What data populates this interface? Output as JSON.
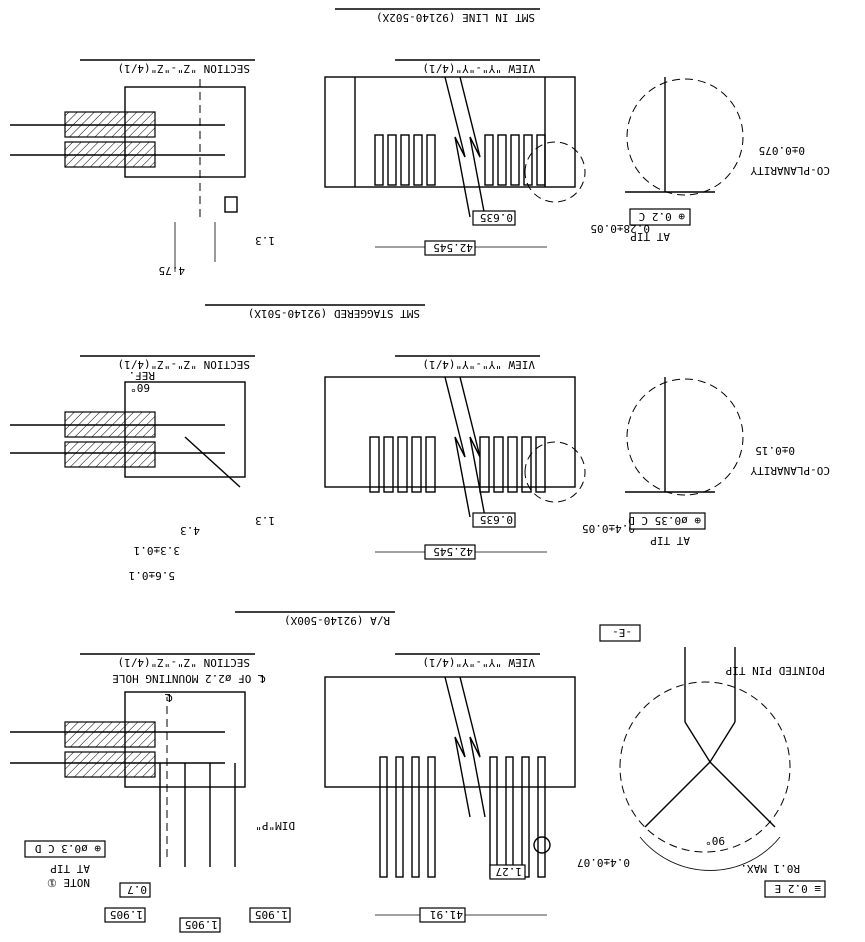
{
  "drawing": {
    "note": "Sheet is shown rotated 180 degrees as in the original",
    "headers": {
      "inline": "SMT IN LINE (92140-502X)",
      "staggered": "SMT STAGGERED (92140-501X)",
      "right_angle": "R/A (92140-500X)"
    },
    "section_label": "SECTION \"Z\"-\"Z\"(4/1)",
    "view_label": "VIEW \"Y\"-\"Y\"(4/1)",
    "inline_dims": {
      "d1": "1.3",
      "d2": "4.75",
      "pitch": "0.635",
      "length": "42.545",
      "pin_width": "0.28±0.05",
      "coplanarity": "CO-PLANARITY",
      "coplanarity_val": "0±0.075",
      "at_tip": "AT TIP",
      "fcf": [
        "⊕",
        "0.2",
        "C"
      ]
    },
    "staggered_dims": {
      "angle": "60°",
      "ref": "REF.",
      "d1": "1.3",
      "d2": "4.3",
      "d3": "3.3±0.1",
      "d4": "5.6±0.1",
      "pitch": "0.635",
      "length": "42.545",
      "pin_width": "0.4±0.05",
      "coplanarity": "CO-PLANARITY",
      "coplanarity_val": "0±0.15",
      "at_tip": "AT TIP",
      "fcf": [
        "⊕",
        "ø0.35",
        "C",
        "D"
      ]
    },
    "ra_dims": {
      "mounting_hole": "℄ OF ø2.2 MOUNTING HOLE",
      "cl": "℄",
      "dim_p": "DIM\"P\"",
      "fcf": [
        "⊕",
        "ø0.3",
        "C",
        "D"
      ],
      "at_tip": "AT TIP",
      "note": "NOTE ①",
      "d07": "0.7",
      "d1905a": "1.905",
      "d1905b": "1.905",
      "d1905c": "1.905",
      "pitch": "1.27",
      "length": "41.91",
      "pin_width": "0.4±0.07",
      "pointed_tip": "POINTED PIN TIP",
      "datum_e": "-E-",
      "angle": "90°",
      "radius": "R0.1 MAX.",
      "fcf_e": [
        "≡",
        "0.2",
        "E"
      ]
    }
  }
}
